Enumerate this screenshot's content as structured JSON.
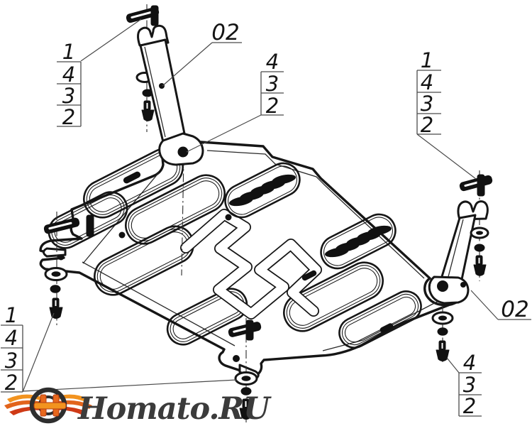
{
  "diagram": {
    "description": "Exploded isometric assembly drawing of an engine skid plate with two mounting brackets, bolts, washers and nuts",
    "labels": {
      "bracket_top": "02",
      "bracket_bottom": "02"
    },
    "callout_stacks": {
      "top_left": [
        "1",
        "4",
        "3",
        "2"
      ],
      "top_middle": [
        "4",
        "3",
        "2"
      ],
      "right": [
        "1",
        "4",
        "3",
        "2"
      ],
      "bottom_left": [
        "1",
        "4",
        "3",
        "2"
      ],
      "bottom_right": [
        "4",
        "3",
        "2"
      ]
    },
    "colors": {
      "line": "#161616",
      "thin_line": "#4a4a4a",
      "logo_orange": "#f2931f",
      "logo_red": "#cf3a16",
      "logo_text": "#3b3b3b"
    }
  },
  "logo": {
    "text": "Homato.RU"
  }
}
